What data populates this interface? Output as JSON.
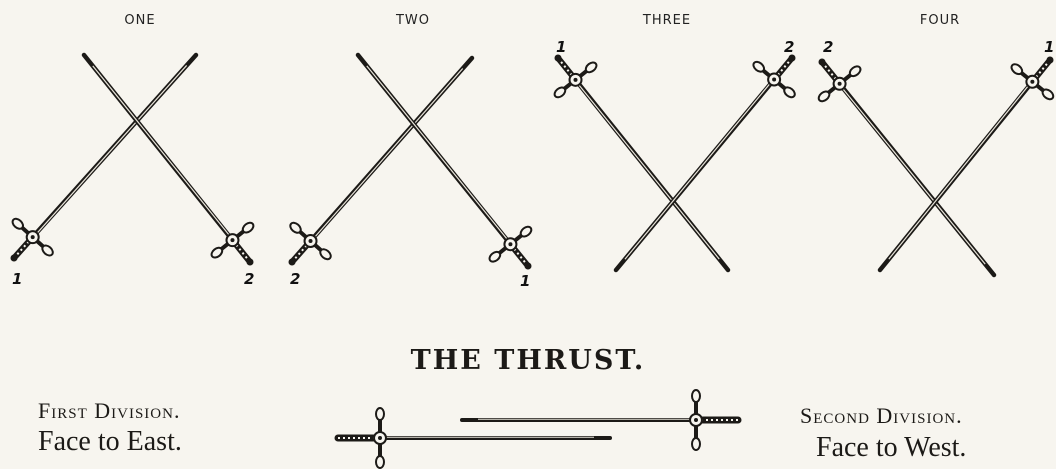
{
  "panels": [
    {
      "label": "ONE",
      "left_number": "1",
      "right_number": "2"
    },
    {
      "label": "TWO",
      "left_number": "2",
      "right_number": "1"
    },
    {
      "label": "THREE",
      "left_number": "1",
      "right_number": "2"
    },
    {
      "label": "FOUR",
      "left_number": "2",
      "right_number": "1"
    }
  ],
  "title": "THE THRUST.",
  "first_division": {
    "heading": "First Division.",
    "facing": "Face to East."
  },
  "second_division": {
    "heading": "Second Division.",
    "facing": "Face to West."
  },
  "colors": {
    "paper": "#f7f5ef",
    "ink": "#1c1a17"
  }
}
